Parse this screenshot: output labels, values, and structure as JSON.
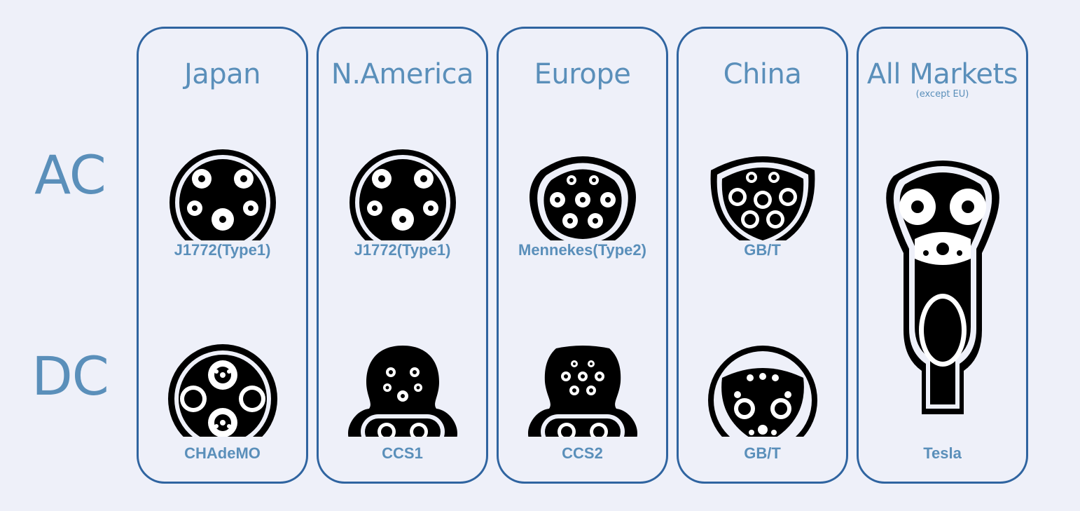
{
  "rows": {
    "ac": "AC",
    "dc": "DC"
  },
  "columns": [
    {
      "id": "japan",
      "title": "Japan",
      "ac": "J1772(Type1)",
      "dc": "CHAdeMO"
    },
    {
      "id": "namerica",
      "title": "N.America",
      "ac": "J1772(Type1)",
      "dc": "CCS1"
    },
    {
      "id": "europe",
      "title": "Europe",
      "ac": "Mennekes(Type2)",
      "dc": "CCS2"
    },
    {
      "id": "china",
      "title": "China",
      "ac": "GB/T",
      "dc": "GB/T"
    },
    {
      "id": "all",
      "title": "All Markets",
      "subtitle": "(except EU)",
      "plug": "Tesla"
    }
  ],
  "colors": {
    "accent": "#5a8fba",
    "border": "#2f64a0",
    "background": "#eef0f9",
    "icon": "#000000"
  }
}
